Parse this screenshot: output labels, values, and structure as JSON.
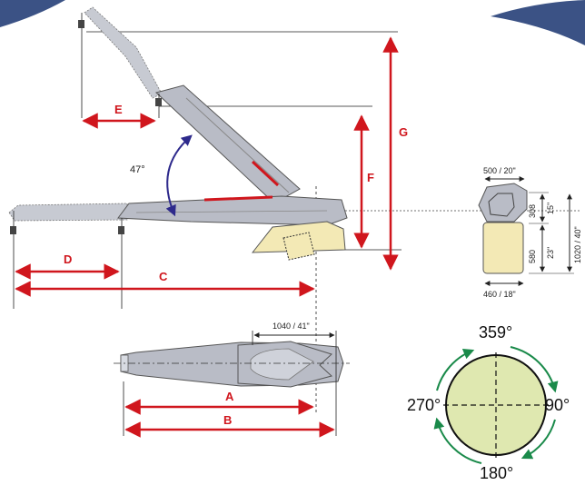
{
  "dimensions": {
    "A": "A",
    "B": "B",
    "C": "C",
    "D": "D",
    "E": "E",
    "F": "F",
    "G": "G"
  },
  "angle": "47°",
  "top_view_width": "1040 / 41\"",
  "head": {
    "width_top": "500 / 20\"",
    "width_bottom": "460 / 18\"",
    "height_upper_mm": "308",
    "height_upper_in": "15\"",
    "height_lower_mm": "580",
    "height_lower_in": "23\"",
    "height_total": "1020 / 40\""
  },
  "rotation": {
    "top": "359°",
    "right": "90°",
    "bottom": "180°",
    "left": "270°"
  },
  "colors": {
    "dimension_red": "#d0161d",
    "arc_green": "#1a8a4a",
    "angle_blue": "#2e2a8c",
    "body_grey": "#b9bcc6",
    "base_cream": "#f3e9b5",
    "dial_fill": "#dfe8b0",
    "corner_blue": "#3b5285"
  }
}
